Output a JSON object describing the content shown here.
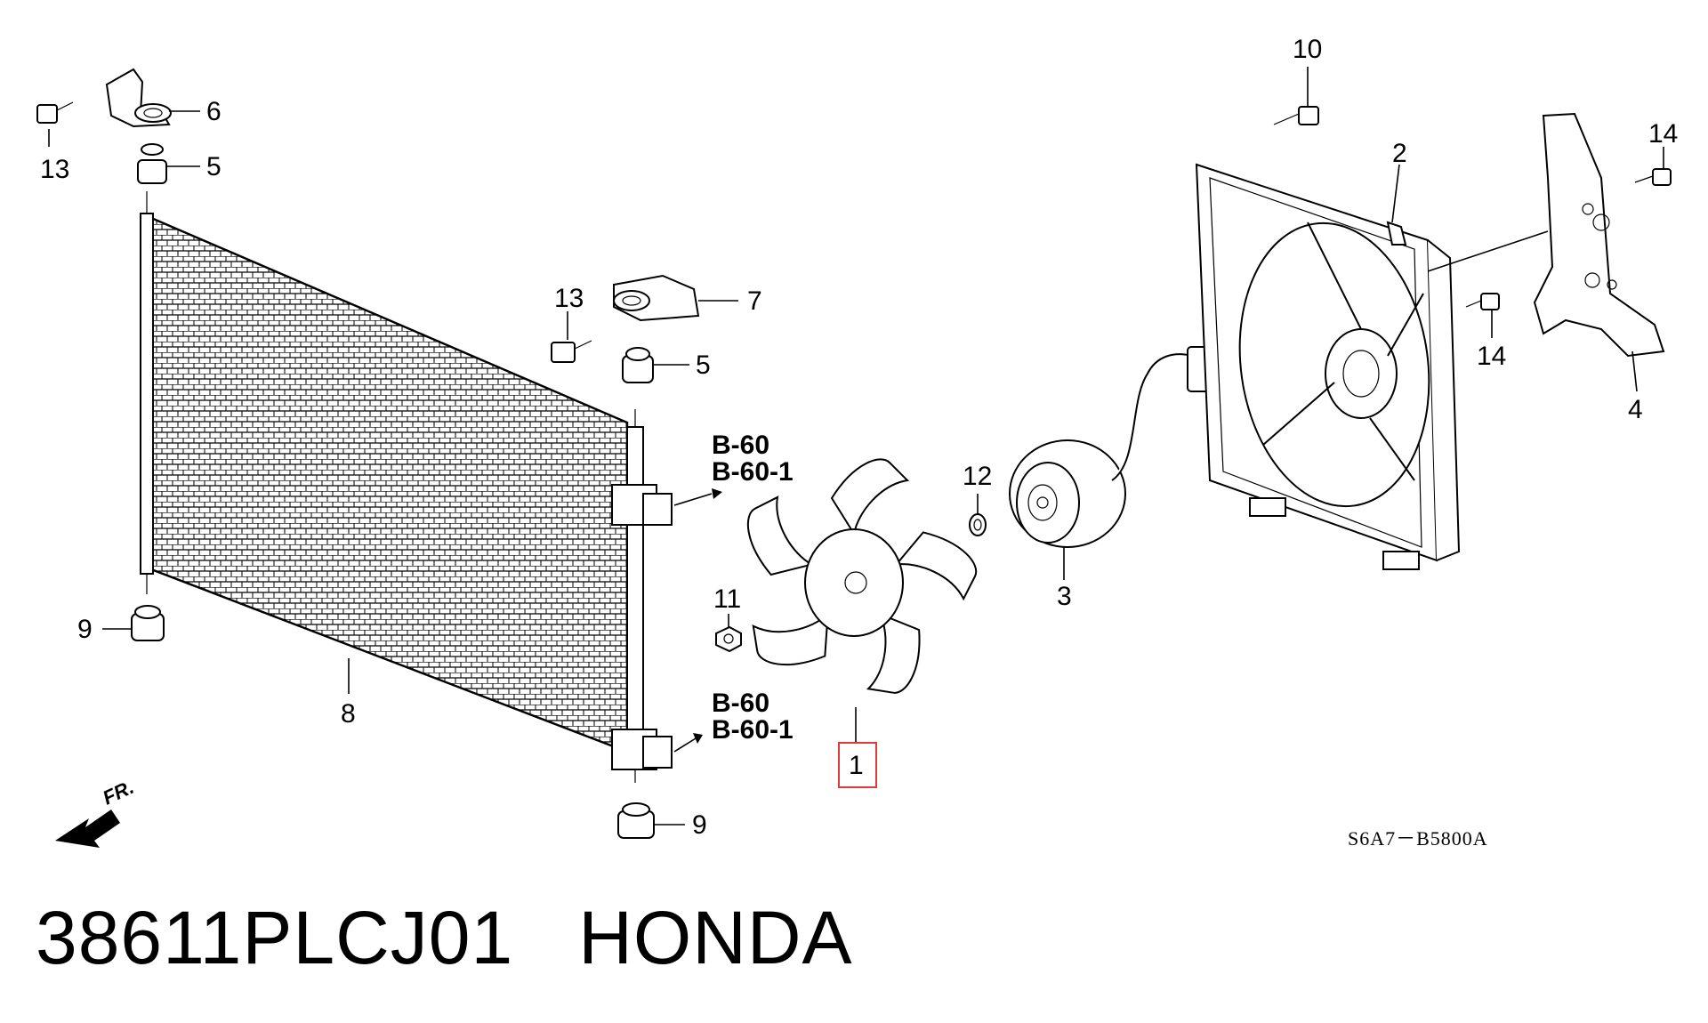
{
  "diagram": {
    "callouts": {
      "c13a": "13",
      "c6": "6",
      "c5a": "5",
      "c13b": "13",
      "c7": "7",
      "c5b": "5",
      "c9a": "9",
      "c8": "8",
      "c9b": "9",
      "c1": "1",
      "c11": "11",
      "c12": "12",
      "c3": "3",
      "c10": "10",
      "c2": "2",
      "c14a": "14",
      "c14b": "14",
      "c4": "4"
    },
    "refs": {
      "ref_top_1": "B-60",
      "ref_top_2": "B-60-1",
      "ref_bot_1": "B-60",
      "ref_bot_2": "B-60-1"
    },
    "front_marker": "FR.",
    "diagram_code": "S6A7－B5800A",
    "highlight_color": "#e03a3a"
  },
  "footer": {
    "part_number": "38611PLCJ01",
    "brand": "HONDA"
  }
}
